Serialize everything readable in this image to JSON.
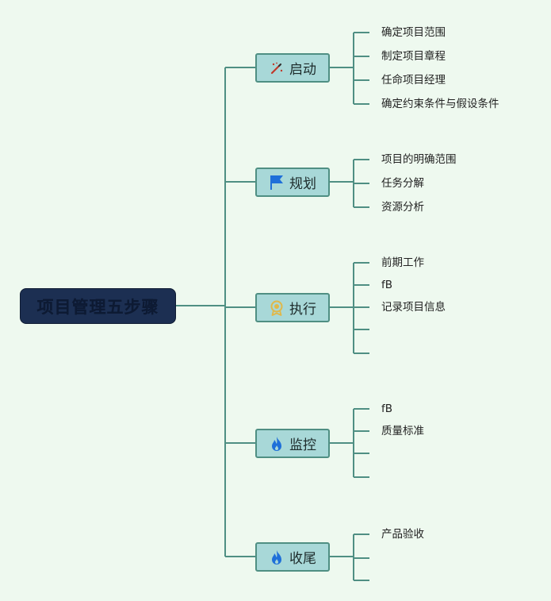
{
  "colors": {
    "background": "#eef9ef",
    "root_fill": "#1c2f52",
    "branch_fill": "#a8d8d8",
    "line": "#4f8f83"
  },
  "root": {
    "label": "项目管理五步骤"
  },
  "branches": [
    {
      "label": "启动",
      "icon": "magic-wand-icon",
      "leaves": [
        "确定项目范围",
        "制定项目章程",
        "任命项目经理",
        "确定约束条件与假设条件"
      ]
    },
    {
      "label": "规划",
      "icon": "flag-icon",
      "leaves": [
        "项目的明确范围",
        "任务分解",
        "资源分析"
      ]
    },
    {
      "label": "执行",
      "icon": "award-medal-icon",
      "leaves": [
        "前期工作",
        "fB",
        "记录项目信息",
        "",
        ""
      ]
    },
    {
      "label": "监控",
      "icon": "flame-icon",
      "leaves": [
        "fB",
        "质量标准",
        "",
        ""
      ]
    },
    {
      "label": "收尾",
      "icon": "flame-icon",
      "leaves": [
        "产品验收",
        "",
        ""
      ]
    }
  ]
}
